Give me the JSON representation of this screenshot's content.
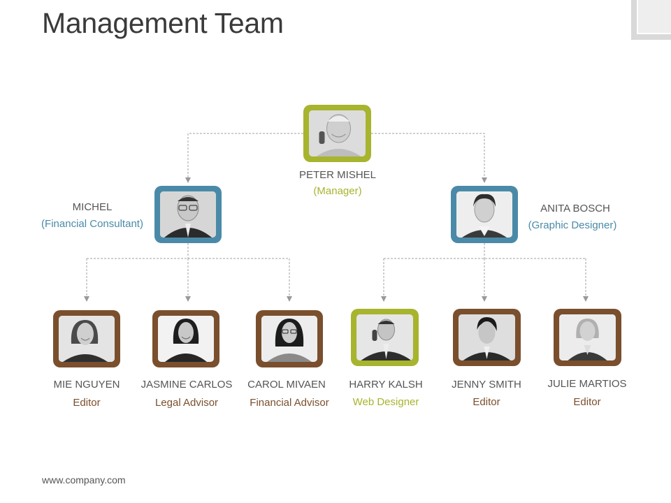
{
  "title": "Management Team",
  "footer": "www.company.com",
  "colors": {
    "olive": "#a7b42e",
    "teal": "#4a8aa8",
    "brown": "#7a4f2d",
    "text": "#555555"
  },
  "people": {
    "peter": {
      "name": "PETER MISHEL",
      "role": "(Manager)"
    },
    "michel": {
      "name": "MICHEL",
      "role": "(Financial Consultant)"
    },
    "anita": {
      "name": "ANITA BOSCH",
      "role": "(Graphic Designer)"
    },
    "mie": {
      "name": "MIE NGUYEN",
      "role": "Editor"
    },
    "jasmine": {
      "name": "JASMINE CARLOS",
      "role": "Legal Advisor"
    },
    "carol": {
      "name": "CAROL MIVAEN",
      "role": "Financial Advisor"
    },
    "harry": {
      "name": "HARRY KALSH",
      "role": "Web Designer"
    },
    "jenny": {
      "name": "JENNY SMITH",
      "role": "Editor"
    },
    "julie": {
      "name": "JULIE MARTIOS",
      "role": "Editor"
    }
  }
}
